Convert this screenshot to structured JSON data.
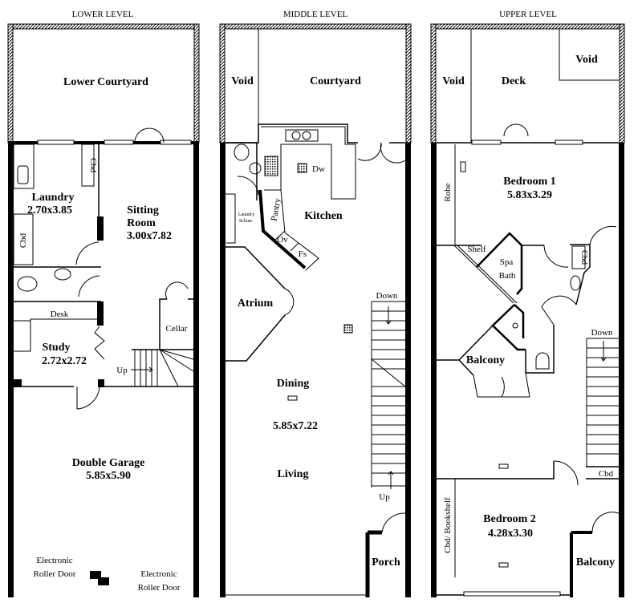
{
  "levels": {
    "lower": {
      "title": "LOWER LEVEL",
      "courtyard": "Lower Courtyard",
      "laundry": {
        "name": "Laundry",
        "size": "2.70x3.85"
      },
      "cbd1": "Cbd",
      "cbd2": "Cbd",
      "sitting": {
        "name1": "Sitting",
        "name2": "Room",
        "size": "3.00x7.82"
      },
      "desk": "Desk",
      "study": {
        "name": "Study",
        "size": "2.72x2.72"
      },
      "cellar": "Cellar",
      "up": "Up",
      "garage": {
        "name": "Double Garage",
        "size": "5.85x5.90"
      },
      "door1": {
        "line1": "Electronic",
        "line2": "Roller Door"
      },
      "door2": {
        "line1": "Electronic",
        "line2": "Roller Door"
      }
    },
    "middle": {
      "title": "MIDDLE LEVEL",
      "void": "Void",
      "courtyard": "Courtyard",
      "kitchen": "Kitchen",
      "pantry": "Pantry",
      "dw": "Dw",
      "ov": "Ov",
      "fs": "Fs",
      "laundry_schute": {
        "line1": "Laundry",
        "line2": "Schute"
      },
      "atrium": "Atrium",
      "down": "Down",
      "dining": "Dining",
      "size": "5.85x7.22",
      "living": "Living",
      "up": "Up",
      "porch": "Porch"
    },
    "upper": {
      "title": "UPPER LEVEL",
      "void_left": "Void",
      "deck": "Deck",
      "void_right": "Void",
      "robe": "Robe",
      "bedroom1": {
        "name": "Bedroom 1",
        "size": "5.83x3.29"
      },
      "shelf": "Shelf",
      "spa": {
        "line1": "Spa",
        "line2": "Bath"
      },
      "cbd1": "Cbd",
      "balcony1": "Balcony",
      "down": "Down",
      "cbd2": "Cbd",
      "bedroom2": {
        "name": "Bedroom 2",
        "size": "4.28x3.30"
      },
      "bookshelf": "Cbd/ Bookshelf",
      "balcony2": "Balcony"
    }
  }
}
